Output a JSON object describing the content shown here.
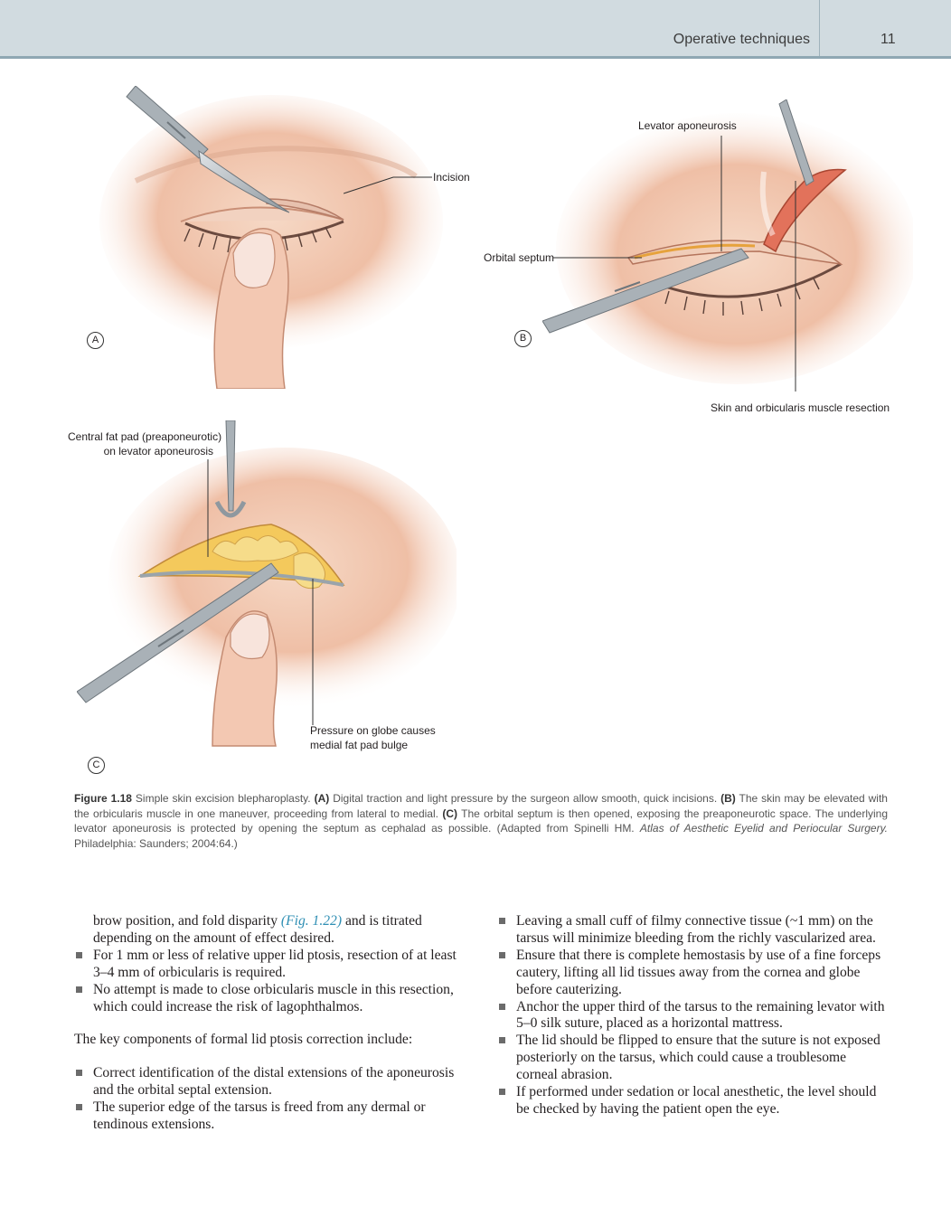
{
  "header": {
    "section": "Operative techniques",
    "page_number": "11"
  },
  "figure": {
    "labels": {
      "incision": "Incision",
      "levator_aponeurosis": "Levator aponeurosis",
      "orbital_septum": "Orbital septum",
      "skin_orbicularis_resection": "Skin and orbicularis muscle resection",
      "central_fat_pad_1": "Central fat pad (preaponeurotic)",
      "central_fat_pad_2": "on levator aponeurosis",
      "pressure_1": "Pressure on globe causes",
      "pressure_2": "medial fat pad bulge"
    },
    "panel_tags": {
      "a": "A",
      "b": "B",
      "c": "C"
    },
    "caption": {
      "figure_number": "Figure 1.18",
      "title": "Simple skin excision blepharoplasty.",
      "tag_a": "(A)",
      "text_a": "Digital traction and light pressure by the surgeon allow smooth, quick incisions.",
      "tag_b": "(B)",
      "text_b": "The skin may be elevated with the orbicularis muscle in one maneuver, proceeding from lateral to medial.",
      "tag_c": "(C)",
      "text_c": "The orbital septum is then opened, exposing the preaponeurotic space. The underlying levator aponeurosis is protected by opening the septum as cephalad as possible. (Adapted from Spinelli HM.",
      "book_title": "Atlas of Aesthetic Eyelid and Periocular Surgery.",
      "publisher": "Philadelphia: Saunders; 2004:64.)"
    }
  },
  "body": {
    "left": {
      "continuation_before": "brow position, and fold disparity",
      "continuation_ref": "(Fig. 1.22)",
      "continuation_after": "and is titrated depending on the amount of effect desired.",
      "bullets_1": [
        "For 1 mm or less of relative upper lid ptosis, resection of at least 3–4 mm of orbicularis is required.",
        "No attempt is made to close orbicularis muscle in this resection, which could increase the risk of lagophthalmos."
      ],
      "paragraph": "The key components of formal lid ptosis correction include:",
      "bullets_2": [
        "Correct identification of the distal extensions of the aponeurosis and the orbital septal extension.",
        "The superior edge of the tarsus is freed from any dermal or tendinous extensions."
      ]
    },
    "right": {
      "bullets": [
        "Leaving a small cuff of filmy connective tissue (~1 mm) on the tarsus will minimize bleeding from the richly vascularized area.",
        "Ensure that there is complete hemostasis by use of a fine forceps cautery, lifting all lid tissues away from the cornea and globe before cauterizing.",
        "Anchor the upper third of the tarsus to the remaining levator with 5–0 silk suture, placed as a horizontal mattress.",
        "The lid should be flipped to ensure that the suture is not exposed posteriorly on the tarsus, which could cause a troublesome corneal abrasion.",
        "If performed under sedation or local anesthetic, the level should be checked by having the patient open the eye."
      ]
    }
  }
}
